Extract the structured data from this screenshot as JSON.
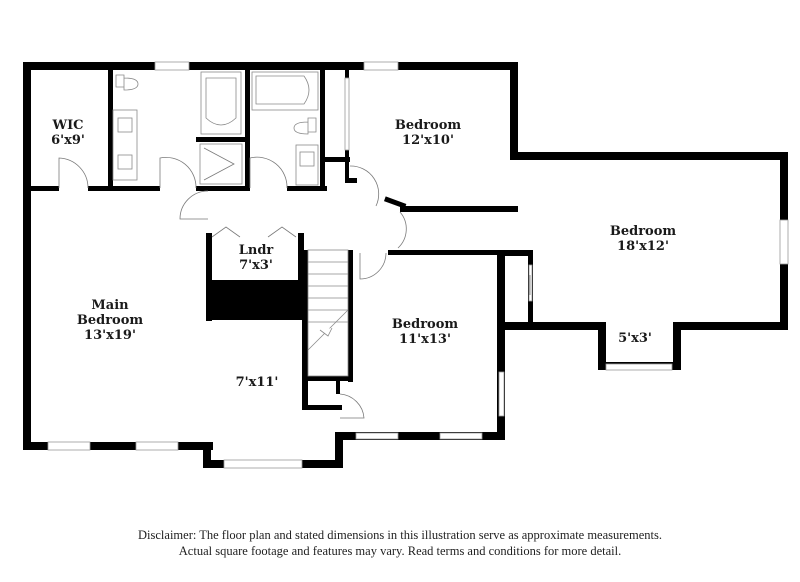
{
  "floor_plan": {
    "rooms": [
      {
        "id": "wic",
        "name": "WIC",
        "dims": "6'x9'"
      },
      {
        "id": "bedroom-1",
        "name": "Bedroom",
        "dims": "12'x10'"
      },
      {
        "id": "bedroom-2",
        "name": "Bedroom",
        "dims": "18'x12'"
      },
      {
        "id": "bay",
        "name": "",
        "dims": "5'x3'"
      },
      {
        "id": "laundry",
        "name": "Lndr",
        "dims": "7'x3'"
      },
      {
        "id": "main-bedroom",
        "name": "Main Bedroom",
        "name_line1": "Main",
        "name_line2": "Bedroom",
        "dims": "13'x19'"
      },
      {
        "id": "sitting",
        "name": "",
        "dims": "7'x11'"
      },
      {
        "id": "bedroom-3",
        "name": "Bedroom",
        "dims": "11'x13'"
      }
    ],
    "colors": {
      "wall": "#000000",
      "background": "#ffffff",
      "fixture_stroke": "#8a8a8a"
    }
  },
  "disclaimer": {
    "line1": "Disclaimer: The floor plan and stated dimensions in this illustration serve as approximate measurements.",
    "line2": "Actual square footage and features may vary. Read terms and conditions for more detail."
  }
}
